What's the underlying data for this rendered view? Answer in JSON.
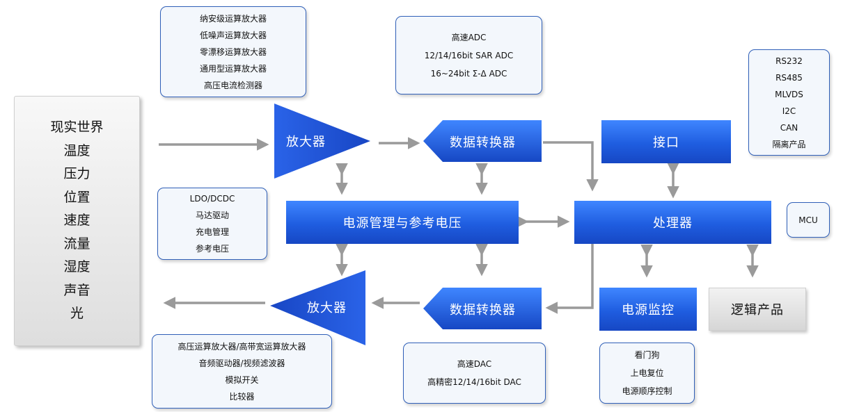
{
  "real_world": {
    "items": [
      "现实世界",
      "温度",
      "压力",
      "位置",
      "速度",
      "流量",
      "湿度",
      "声音",
      "光"
    ]
  },
  "amp_callout_top": {
    "items": [
      "纳安级运算放大器",
      "低噪声运算放大器",
      "零漂移运算放大器",
      "通用型运算放大器",
      "高压电流检测器"
    ]
  },
  "adc_callout": {
    "items": [
      "高速ADC",
      "12/14/16bit SAR ADC",
      "16~24bit Σ-Δ ADC"
    ]
  },
  "interface_callout": {
    "items": [
      "RS232",
      "RS485",
      "MLVDS",
      "I2C",
      "CAN",
      "隔离产品"
    ]
  },
  "power_callout": {
    "items": [
      "LDO/DCDC",
      "马达驱动",
      "充电管理",
      "参考电压"
    ]
  },
  "mcu_callout": {
    "label": "MCU"
  },
  "amp_callout_bottom": {
    "items": [
      "高压运算放大器/高带宽运算放大器",
      "音频驱动器/视频滤波器",
      "模拟开关",
      "比较器"
    ]
  },
  "dac_callout": {
    "items": [
      "高速DAC",
      "高精密12/14/16bit DAC"
    ]
  },
  "monitor_callout": {
    "items": [
      "看门狗",
      "上电复位",
      "电源顺序控制"
    ]
  },
  "blocks": {
    "amp_top": "放大器",
    "adc": "数据转换器",
    "interface": "接口",
    "power_mgmt": "电源管理与参考电压",
    "processor": "处理器",
    "amp_bottom": "放大器",
    "dac": "数据转换器",
    "power_monitor": "电源监控",
    "logic": "逻辑产品"
  },
  "colors": {
    "block_blue": "#1f5de0",
    "arrow_gray": "#9a9a9a",
    "callout_border": "#2f5fb8"
  }
}
